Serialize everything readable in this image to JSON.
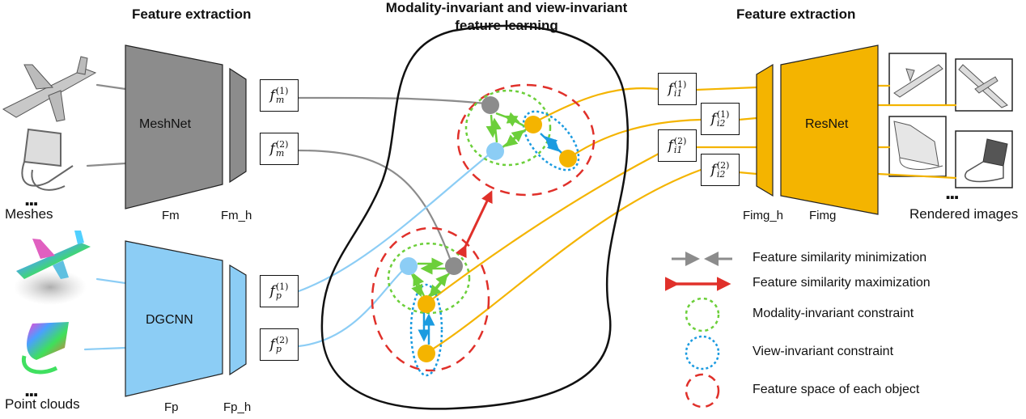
{
  "titles": {
    "left": "Feature extraction",
    "center_line1": "Modality-invariant and view-invariant",
    "center_line2": "feature learning",
    "right": "Feature extraction"
  },
  "inputs": {
    "meshes": "Meshes",
    "point_clouds": "Point clouds",
    "rendered_images": "Rendered images",
    "ellipsis": "..."
  },
  "networks": {
    "meshnet": "MeshNet",
    "dgcnn": "DGCNN",
    "resnet": "ResNet",
    "fm": "Fm",
    "fm_h": "Fm_h",
    "fp": "Fp",
    "fp_h": "Fp_h",
    "fimg": "Fimg",
    "fimg_h": "Fimg_h"
  },
  "features": {
    "fm1": {
      "base": "f",
      "sub": "m",
      "sup": "(1)"
    },
    "fm2": {
      "base": "f",
      "sub": "m",
      "sup": "(2)"
    },
    "fp1": {
      "base": "f",
      "sub": "p",
      "sup": "(1)"
    },
    "fp2": {
      "base": "f",
      "sub": "p",
      "sup": "(2)"
    },
    "fi11": {
      "base": "f",
      "sub": "i1",
      "sup": "(1)"
    },
    "fi21": {
      "base": "f",
      "sub": "i2",
      "sup": "(1)"
    },
    "fi12": {
      "base": "f",
      "sub": "i1",
      "sup": "(2)"
    },
    "fi22": {
      "base": "f",
      "sub": "i2",
      "sup": "(2)"
    }
  },
  "legend": [
    {
      "label": "Feature similarity minimization",
      "icon": "gray-converging-arrows-icon"
    },
    {
      "label": "Feature similarity maximization",
      "icon": "red-double-arrow-icon"
    },
    {
      "label": "Modality-invariant constraint",
      "icon": "green-dotted-circle-icon"
    },
    {
      "label": "View-invariant constraint",
      "icon": "blue-dotted-circle-icon"
    },
    {
      "label": "Feature space of each object",
      "icon": "red-dashed-circle-icon"
    }
  ],
  "colors": {
    "mesh": "#8c8c8c",
    "point": "#8ccdf5",
    "image": "#f4b400",
    "green": "#6ccf3a",
    "blue": "#1b9be0",
    "red": "#e0302a"
  }
}
